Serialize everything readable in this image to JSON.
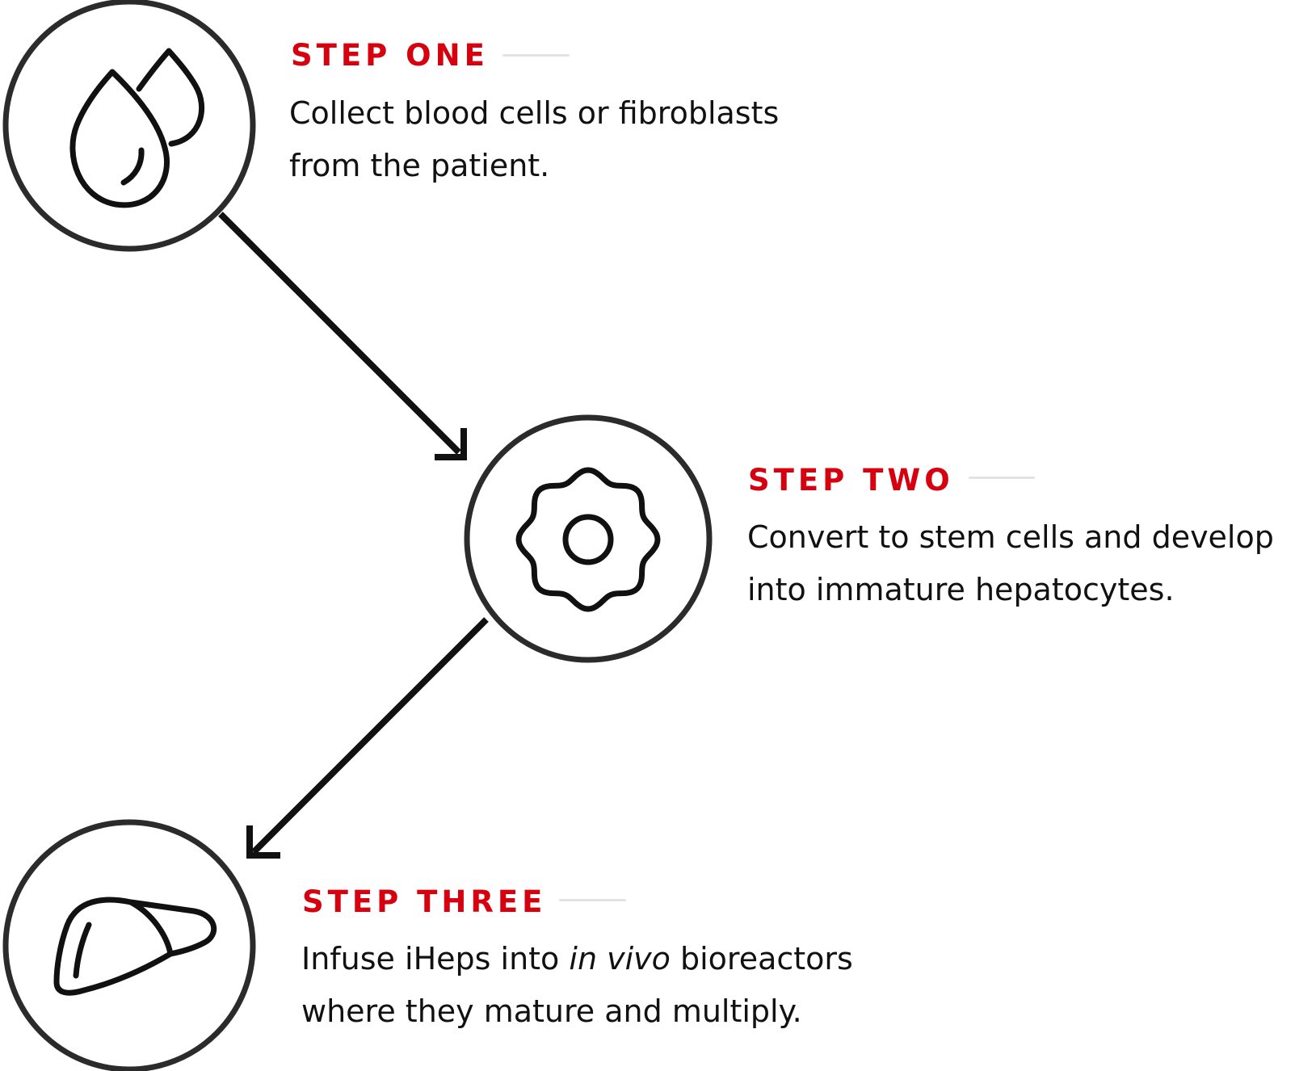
{
  "colors": {
    "accent": "#d6000f",
    "ink": "#111111",
    "outline": "#2b2b2b",
    "rule": "#e3e3e3"
  },
  "steps": [
    {
      "label": "STEP ONE",
      "icon": "blood-drops-icon",
      "text_line1": "Collect blood cells or fibroblasts",
      "text_line2": "from the patient."
    },
    {
      "label": "STEP TWO",
      "icon": "cell-icon",
      "text_line1": "Convert to stem cells and develop",
      "text_line2": "into immature hepatocytes."
    },
    {
      "label": "STEP THREE",
      "icon": "liver-icon",
      "text_line1_before": "Infuse iHeps into ",
      "text_line1_italic": "in vivo",
      "text_line1_after": " bioreactors",
      "text_line2": "where they mature and multiply."
    }
  ]
}
